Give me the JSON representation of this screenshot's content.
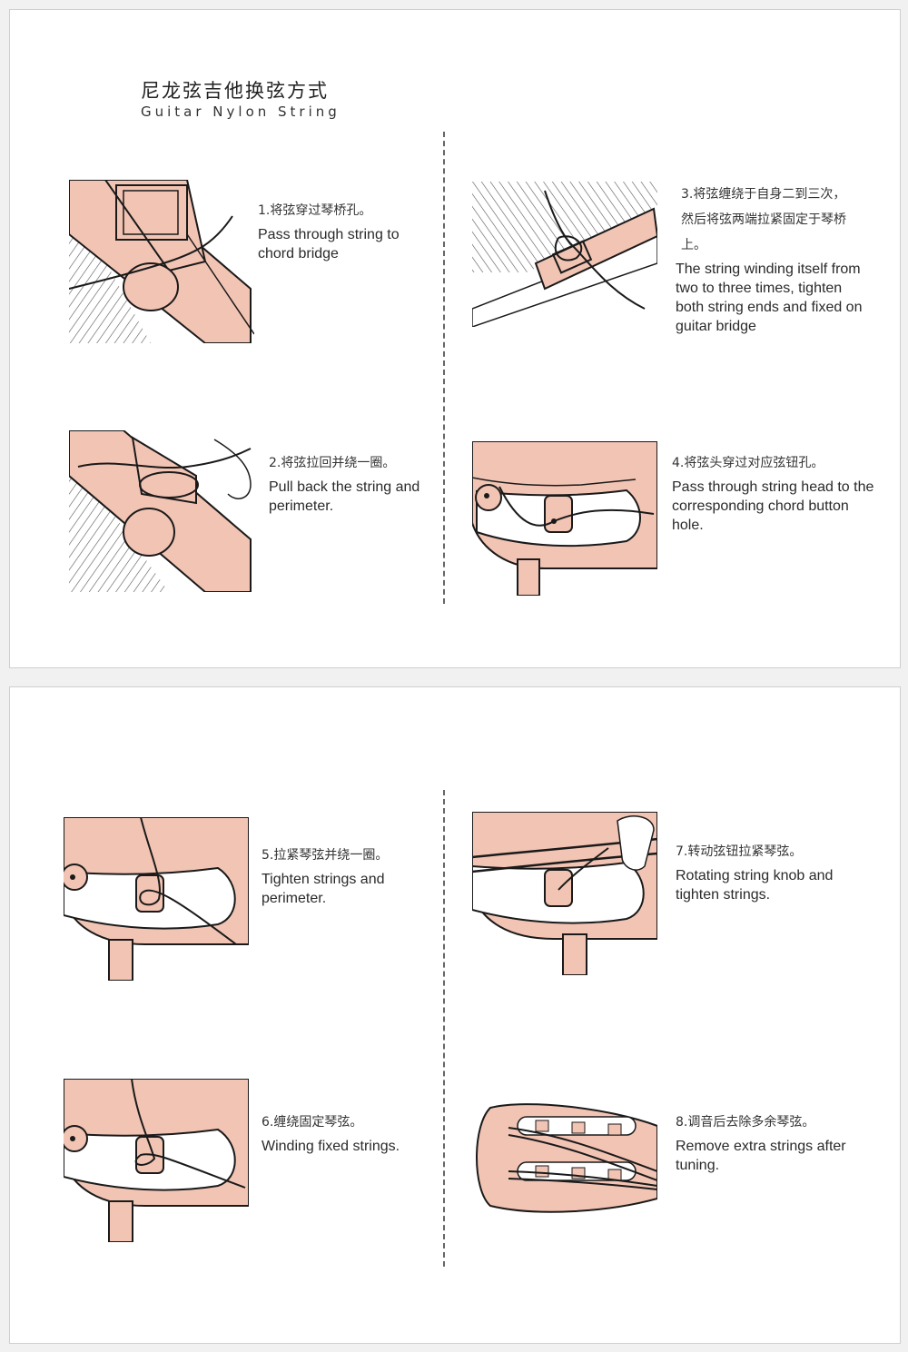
{
  "header": {
    "title_cn": "尼龙弦吉他换弦方式",
    "title_en": "Guitar Nylon String"
  },
  "steps": [
    {
      "cn": "1.将弦穿过琴桥孔。",
      "en": "Pass through string to chord bridge"
    },
    {
      "cn": "2.将弦拉回并绕一圈。",
      "en": "Pull back the string and perimeter."
    },
    {
      "cn": "3.将弦缠绕于自身二到三次，然后将弦两端拉紧固定于琴桥上。",
      "en": "The string winding itself from two to three times, tighten both string ends and fixed on guitar bridge"
    },
    {
      "cn": "4.将弦头穿过对应弦钮孔。",
      "en": "Pass through string head to the corresponding chord button hole."
    },
    {
      "cn": "5.拉紧琴弦并绕一圈。",
      "en": "Tighten strings and perimeter."
    },
    {
      "cn": "6.缠绕固定琴弦。",
      "en": "Winding fixed strings."
    },
    {
      "cn": "7.转动弦钮拉紧琴弦。",
      "en": "Rotating string knob and tighten strings."
    },
    {
      "cn": "8.调音后去除多余琴弦。",
      "en": "Remove extra strings after tuning."
    }
  ],
  "colors": {
    "wood": "#f2c4b4",
    "line": "#1a1a1a",
    "stripe": "#555555"
  }
}
